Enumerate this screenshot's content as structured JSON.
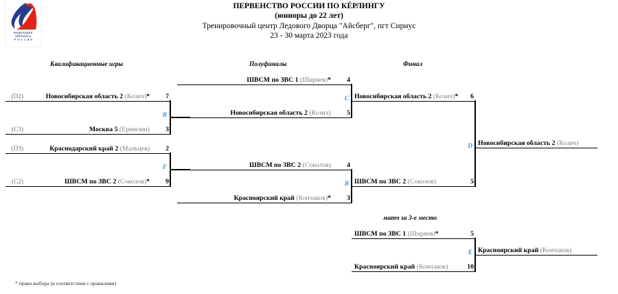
{
  "logo": {
    "name": "russian-curling-federation-logo",
    "line1": "ФЕДЕРАЦИЯ",
    "line2": "КЁРЛИНГА",
    "line3": "Р О С С И И",
    "blue": "#2a3b8f",
    "red": "#e2231a"
  },
  "header": {
    "title": "ПЕРВЕНСТВО РОССИИ ПО КЁРЛИНГУ",
    "subtitle": "(юниоры до 22 лет)",
    "venue": "Тренировочный центр Ледового Дворца \"Айсберг\", пгт Сириус",
    "dates": "23 - 30 марта 2023 года"
  },
  "captions": {
    "qualification": "Квалификационные игры",
    "semifinals": "Полуфиналы",
    "final": "Финал",
    "third_place": "матч за 3-е место"
  },
  "accent_color": "#3d8fd6",
  "qualification": {
    "game_b": {
      "letter": "B",
      "top": {
        "seed": "(D2)",
        "team": "Новосибирская область 2",
        "coach": "(Козич)",
        "choice": "*",
        "score": "7"
      },
      "bottom": {
        "seed": "(C3)",
        "team": "Москва 5",
        "coach": "(Ермилин)",
        "choice": "",
        "score": "3"
      }
    },
    "game_f": {
      "letter": "F",
      "top": {
        "seed": "(D3)",
        "team": "Краснодарский край 2",
        "coach": "(Мальцев)",
        "choice": "",
        "score": "2"
      },
      "bottom": {
        "seed": "(C2)",
        "team": "ШВСМ по ЗВС 2",
        "coach": "(Соколов)",
        "choice": "*",
        "score": "9"
      }
    }
  },
  "semifinals": {
    "game_c": {
      "letter": "C",
      "top": {
        "team": "ШВСМ по ЗВС 1",
        "coach": "(Ширяев)",
        "choice": "*",
        "score": "4"
      },
      "bottom": {
        "team": "Новосибирская область 2",
        "coach": "(Козич)",
        "choice": "",
        "score": "5"
      }
    },
    "game_b2": {
      "letter": "B",
      "top": {
        "team": "ШВСМ по ЗВС 2",
        "coach": "(Соколов)",
        "choice": "",
        "score": "4"
      },
      "bottom": {
        "team": "Красноярский край",
        "coach": "(Кончаков)",
        "choice": "*",
        "score": "3"
      }
    }
  },
  "final": {
    "game_d": {
      "letter": "D",
      "top": {
        "team": "Новосибирская область 2",
        "coach": "(Козич)",
        "choice": "*",
        "score": "6"
      },
      "bottom": {
        "team": "ШВСМ по ЗВС 2",
        "coach": "(Соколов)",
        "choice": "",
        "score": "5"
      },
      "winner": {
        "team": "Новосибирская область 2",
        "coach": "(Козич)"
      }
    }
  },
  "third_place": {
    "game_e": {
      "letter": "E",
      "top": {
        "team": "ШВСМ по ЗВС 1",
        "coach": "(Ширяев)",
        "choice": "*",
        "score": "5"
      },
      "bottom": {
        "team": "Красноярский край",
        "coach": "(Кончаков)",
        "choice": "",
        "score": "10"
      },
      "winner": {
        "team": "Красноярский край",
        "coach": "(Кончаков)"
      }
    }
  },
  "footnote": "*  право выбора (в соответствии с правилами)"
}
